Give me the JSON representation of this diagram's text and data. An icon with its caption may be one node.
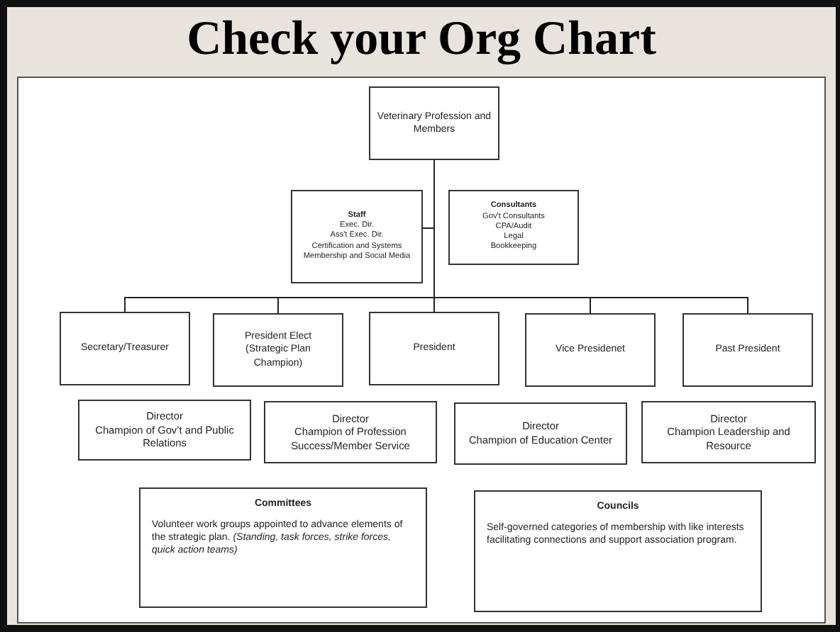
{
  "diagram": {
    "title": "Check your Org Chart",
    "nodes": [
      {
        "text": [
          "Veterinary Profession and Members"
        ]
      },
      {
        "text": [
          "Staff",
          "Exec. Dir.",
          "Ass't Exec. Dir.",
          "Certification and Systems",
          "Membership and Social Media"
        ]
      },
      {
        "text": [
          "Consultants",
          "Gov't Consultants",
          "CPA/Audit",
          "Legal",
          "Bookkeeping"
        ]
      },
      {
        "text": [
          "Secretary/Treasurer"
        ]
      },
      {
        "text": [
          "President Elect",
          "(Strategic Plan Champion)"
        ]
      },
      {
        "text": [
          "President"
        ]
      },
      {
        "text": [
          "Vice Presidenet"
        ]
      },
      {
        "text": [
          "Past President"
        ]
      },
      {
        "text": [
          "Director",
          "Champion of Gov’t and Public Relations"
        ]
      },
      {
        "text": [
          "Director",
          "Champion of Profession Success/Member Service"
        ]
      },
      {
        "text": [
          "Director",
          "Champion of Education Center"
        ]
      },
      {
        "text": [
          "Director",
          "Champion Leadership and Resource"
        ]
      },
      {
        "text": [
          "Committees",
          "Volunteer work groups appointed to advance elements of the strategic plan.  *(Standing, task forces, strike forces, quick action teams)*"
        ]
      },
      {
        "text": [
          "Councils",
          "Self-governed categories of membership with like interests facilitating connections and support association program."
        ]
      }
    ],
    "edges": [
      {
        "from": 0,
        "to": 1,
        "arrow": "none"
      },
      {
        "from": 0,
        "to": 3,
        "arrow": "none"
      },
      {
        "from": 0,
        "to": 4,
        "arrow": "none"
      },
      {
        "from": 0,
        "to": 5,
        "arrow": "none"
      },
      {
        "from": 0,
        "to": 6,
        "arrow": "none"
      },
      {
        "from": 0,
        "to": 7,
        "arrow": "none"
      }
    ]
  }
}
